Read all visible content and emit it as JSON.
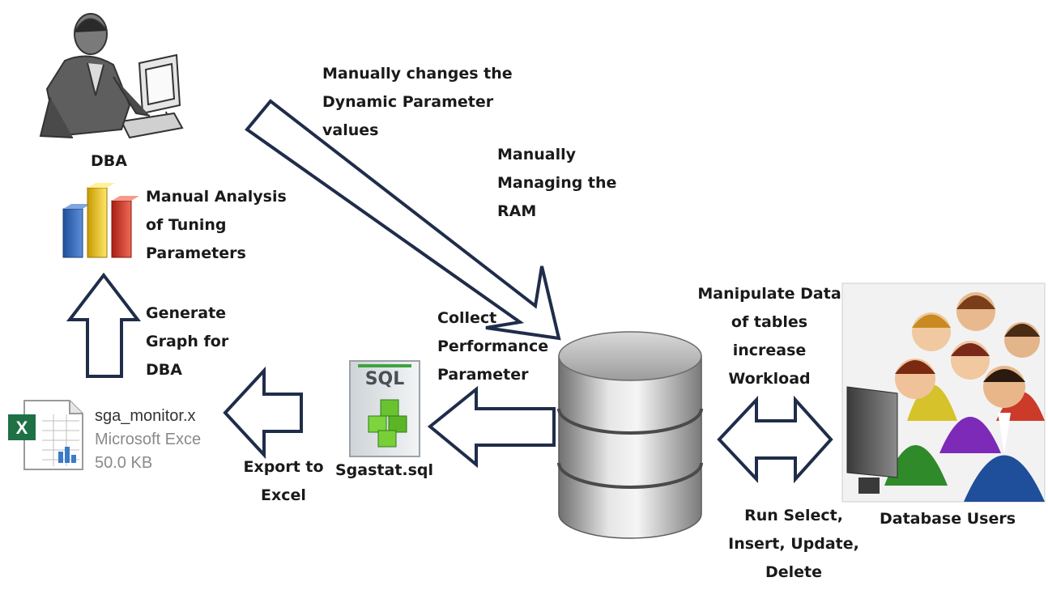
{
  "labels": {
    "dba": "DBA",
    "manual_analysis": [
      "Manual Analysis",
      "of Tuning",
      "Parameters"
    ],
    "generate_graph": [
      "Generate",
      "Graph for",
      "DBA"
    ],
    "manually_changes": [
      "Manually changes the",
      "Dynamic Parameter",
      "values"
    ],
    "manually_managing": [
      "Manually",
      "Managing the",
      "RAM"
    ],
    "collect_performance": [
      "Collect",
      "Performance",
      "Parameter"
    ],
    "manipulate_data": [
      "Manipulate Data",
      "of tables",
      "increase",
      "Workload"
    ],
    "export_to_excel": [
      "Export to",
      "Excel"
    ],
    "sgastat_sql": "Sgastat.sql",
    "run_select": [
      "Run Select,",
      "Insert, Update,",
      "Delete"
    ],
    "database_users": "Database Users"
  },
  "excel_file": {
    "name": "sga_monitor.x",
    "type": "Microsoft Exce",
    "size": "50.0 KB"
  },
  "sql_icon_text": "SQL",
  "icons": {
    "dba": "person-at-computer-icon",
    "chart": "bar-chart-icon",
    "excel": "excel-file-icon",
    "sql": "sql-script-icon",
    "database": "database-cylinder-icon",
    "users": "users-group-icon"
  }
}
